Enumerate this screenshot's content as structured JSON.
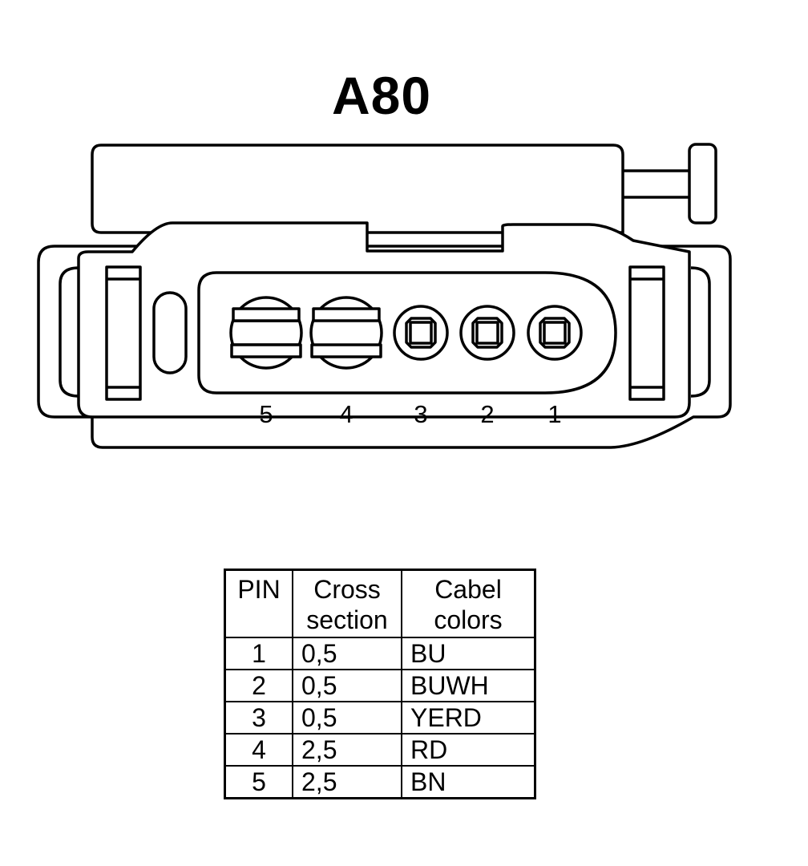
{
  "connector": {
    "title": "A80",
    "pin_labels": [
      "5",
      "4",
      "3",
      "2",
      "1"
    ]
  },
  "table": {
    "headers": {
      "pin": "PIN",
      "cross_section_line1": "Cross",
      "cross_section_line2": "section",
      "cable_colors_line1": "Cabel",
      "cable_colors_line2": "colors"
    },
    "rows": [
      {
        "pin": "1",
        "cross_section": "0,5",
        "color": "BU"
      },
      {
        "pin": "2",
        "cross_section": "0,5",
        "color": "BUWH"
      },
      {
        "pin": "3",
        "cross_section": "0,5",
        "color": "YERD"
      },
      {
        "pin": "4",
        "cross_section": "2,5",
        "color": "RD"
      },
      {
        "pin": "5",
        "cross_section": "2,5",
        "color": "BN"
      }
    ]
  }
}
